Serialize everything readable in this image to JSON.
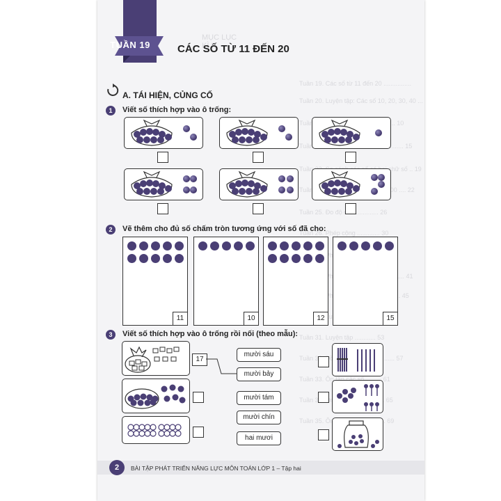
{
  "header": {
    "week_label": "TUẦN 19",
    "lesson_title": "CÁC SỐ TỪ 11 ĐẾN 20"
  },
  "section": {
    "title": "A. TÁI HIỆN, CỦNG CỐ"
  },
  "q1": {
    "number": "1",
    "text": "Viết số thích hợp vào ô trống:"
  },
  "q2": {
    "number": "2",
    "text": "Vẽ thêm cho đủ số chấm tròn tương ứng với số đã cho:",
    "cards": [
      {
        "dots": 10,
        "target": "11"
      },
      {
        "dots": 5,
        "target": "10"
      },
      {
        "dots": 10,
        "target": "12"
      },
      {
        "dots": 5,
        "target": "15"
      }
    ]
  },
  "q3": {
    "number": "3",
    "text": "Viết số thích hợp vào ô trống rồi nối (theo mẫu):",
    "sample_number": "17",
    "words": [
      "mười sáu",
      "mười bảy",
      "mười tám",
      "mười chín",
      "hai mươi"
    ]
  },
  "footer": {
    "page_number": "2",
    "text": "BÀI TẬP PHÁT TRIỂN NĂNG LỰC MÔN TOÁN LỚP 1 – Tập hai"
  },
  "colors": {
    "accent": "#4a3f75",
    "page": "#f4f4f6"
  }
}
